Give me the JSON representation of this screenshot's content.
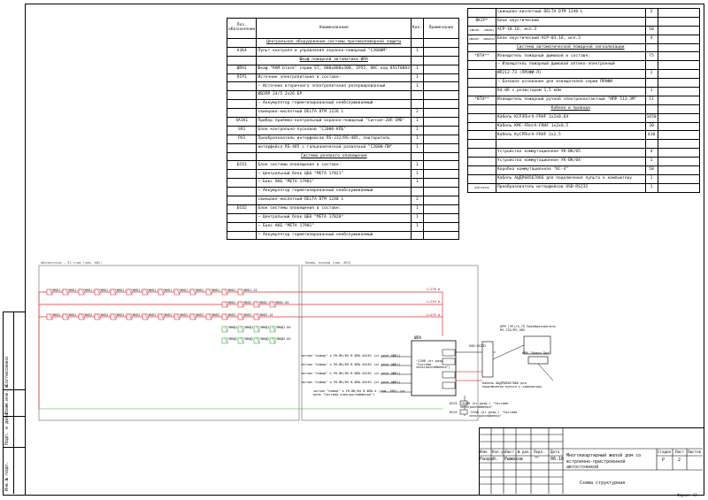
{
  "left_table": {
    "headers": {
      "pos": "Поз. обозначение",
      "name": "Наименование",
      "qty": "Кол.",
      "note": "Примечание"
    },
    "rows": [
      {
        "pos": "",
        "name": "Центральное оборудование системы противопожарной защиты",
        "qty": "",
        "type": "section"
      },
      {
        "pos": "А1К4",
        "name": "Пульт контроля и управления охранно-пожарный \"С2000М\"",
        "qty": "1"
      },
      {
        "pos": "",
        "name": "Шкаф пожарной автоматики ШПА",
        "qty": "",
        "type": "section"
      },
      {
        "pos": "ШПА1",
        "name": "Шкаф \"RAM block\" серии ST, 800x800x300, IP55, ОКС код 85ST0883",
        "qty": "1"
      },
      {
        "pos": "RIP1",
        "name": "Источник электропитания в составе:",
        "qty": "1"
      },
      {
        "pos": "",
        "name": "– Источник вторичного электропитания резервированный",
        "qty": "1"
      },
      {
        "pos": "",
        "name": "ИВЭПР 24/5 2х26 БР",
        "qty": ""
      },
      {
        "pos": "",
        "name": "– Аккумулятор герметизированный необслуживаемый",
        "qty": ""
      },
      {
        "pos": "",
        "name": "свинцово-кислотный DELTA DTM 1226 L",
        "qty": "2"
      },
      {
        "pos": "4А1К1",
        "name": "Прибор приёмно-контрольный охранно-пожарный \"Сигнал-20П SMD\"",
        "qty": "1"
      },
      {
        "pos": "SR1",
        "name": "Блок контрольно-пусковой \"С2000-КПБ\"",
        "qty": "1"
      },
      {
        "pos": "PU1",
        "name": "Преобразователь интерфейсов RS-232/RS-485, повторитель",
        "qty": "1"
      },
      {
        "pos": "",
        "name": "интерфейса RS-485 с гальванической развязкой \"С2000-ПИ\"",
        "qty": "1"
      },
      {
        "pos": "",
        "name": "Система речевого оповещения",
        "qty": "",
        "type": "section"
      },
      {
        "pos": "БСО1",
        "name": "Блок системы оповещения в составе:",
        "qty": "1"
      },
      {
        "pos": "",
        "name": "– Центральный блок ЦБ6 \"МЕТА 17821\"",
        "qty": "1"
      },
      {
        "pos": "",
        "name": "– Бокс АКБ \"МЕТА 17901\"",
        "qty": "1"
      },
      {
        "pos": "",
        "name": "– Аккумулятор герметизированный необслуживаемый",
        "qty": ""
      },
      {
        "pos": "",
        "name": "свинцово-кислотный DELTA DTM 1240 L",
        "qty": "2"
      },
      {
        "pos": "БСО2",
        "name": "Блок системы оповещения в составе:",
        "qty": "1"
      },
      {
        "pos": "",
        "name": "– Центральный блок ЦБ6 \"МЕТА 17820\"",
        "qty": "1"
      },
      {
        "pos": "",
        "name": "– Бокс АКБ \"МЕТА 17901\"",
        "qty": "1"
      },
      {
        "pos": "",
        "name": "– Аккумулятор герметизированный необслуживаемый",
        "qty": ""
      }
    ]
  },
  "right_table": {
    "rows": [
      {
        "pos": "",
        "name": "свинцово-кислотный DELTA DTM 1240 L",
        "qty": "2"
      },
      {
        "pos": "BK1P*",
        "name": "Блок акустический",
        "qty": ""
      },
      {
        "pos": "2BK2П1...2BK2П1",
        "name": "АСР-10.16, исп.3",
        "qty": "50"
      },
      {
        "pos": "2BK2П9...2BK2П12",
        "name": "Блок акустический АСР-03.16, исп.3",
        "qty": "4"
      },
      {
        "pos": "",
        "name": "Система автоматической пожарной сигнализации",
        "qty": "",
        "type": "section"
      },
      {
        "pos": "*BTH**",
        "name": "Извещатель пожарный дымовой в составе:",
        "qty": "75"
      },
      {
        "pos": "",
        "name": "– Извещатель пожарный дымовой оптико-электронный",
        "qty": ""
      },
      {
        "pos": "",
        "name": "ИП212-73 (ПРОФИ-Л)",
        "qty": "1"
      },
      {
        "pos": "",
        "name": "– Базовое основание для извещателей серии ПРОФИ",
        "qty": ""
      },
      {
        "pos": "",
        "name": "R4.0R с резистором 1,5 кОм",
        "qty": "1"
      },
      {
        "pos": "*BTH**",
        "name": "Извещатель пожарный ручной электроконтактный \"ИПР 513-3М\"",
        "qty": "11"
      },
      {
        "pos": "",
        "name": "Кабели и провода",
        "qty": "",
        "type": "section"
      },
      {
        "pos": "",
        "name": "Кабель КСРЭПнгА-FRHF 1х2х0,64",
        "qty": "1650"
      },
      {
        "pos": "",
        "name": "Кабель КМС-FRнгА-FRHF 1х2х0,5",
        "qty": "30"
      },
      {
        "pos": "",
        "name": "Кабель КуСРПнгА-FRHF 2х2,5",
        "qty": "410"
      },
      {
        "pos": "",
        "name": "",
        "qty": ""
      },
      {
        "pos": "",
        "name": "Устройство коммутационное УК-ВК/05",
        "qty": "4"
      },
      {
        "pos": "",
        "name": "Устройство коммутационное УК-ВК/04",
        "qty": "1"
      },
      {
        "pos": "",
        "name": "Коробка коммутационная \"КС-4\"",
        "qty": "58"
      },
      {
        "pos": "",
        "name": "Кабель АЦДР68567066 для подключения пульта к компьютеру",
        "qty": "1"
      },
      {
        "pos": "USB-RS232",
        "name": "Преобразователь интерфейсов USB-RS232",
        "qty": "1"
      }
    ]
  },
  "diagram": {
    "region_left": "Абонентские — 52 этаж (пом. 002)",
    "region_right": "Помещ. охраны (пом. 003)",
    "row1": [
      "ВКБ1.01",
      "ВКБ1.02",
      "ВКБ1.03",
      "ВКБ1.04",
      "ВКБ1.05",
      "ВКБ1.06",
      "ВКБ1.07",
      "ВКБ1.08",
      "ВКБ1.09",
      "ВКБ1.10",
      "ВКБ1.11",
      "ВКБ1.12",
      "ВКБ1.13"
    ],
    "row2": [
      "ВКБ2.01",
      "ВКБ2.02",
      "ВКБ2.03",
      "ВКБ2.04"
    ],
    "row3": [
      "ВКБ3.01",
      "ВКБ3.02",
      "ВКБ3.03",
      "ВКБ3.04",
      "ВКБ3.05",
      "ВКБ3.06",
      "ВКБ3.07",
      "ВКБ3.08",
      "ВКБ3.09",
      "ВКБ3.10",
      "ВКБ3.11",
      "ВКБ3.12",
      "ВКБ3.13",
      "ВКБ3.14"
    ],
    "row4": [
      "ЗВКД1.01",
      "ЗВКД1.02",
      "ЗВКД1.03",
      "ЗВКД1.04"
    ],
    "row5": [
      "ЗВКД2.01",
      "ЗВКД2.02",
      "ЗВКД2.03",
      "ЗВКД2.04"
    ],
    "cable_labels": [
      "L=270 м",
      "L=210 м",
      "L=275 м"
    ],
    "signals": [
      "сигнал \"пожар\" к УК-ВК/05 В ШПА-4A1К1 (от реле АШК1)",
      "сигнал \"пожар\" к УК-ВК/05 В ШПА-4A1К1 (от реле АШК1)",
      "сигнал \"пожар\" к УК-ВК/05 В ШПА-4A1К1 (от реле АШК1)",
      "сигнал \"пожар\" к УК-ВК/05 В ШПА-4A1К1 (от реле АШК1)",
      "сигнал \"пожар\" к УК-ВК/04 В ШПА-4 (пом. 005) (от реле \"Система электроснабжения\")"
    ],
    "shpa_label": "ШПА",
    "arm_label": "АРМ \"Орион Про\"",
    "arm_note": "АРМ (ЭУ)/5,75 Преобразователь RS-232/RS-485",
    "pc_label": "Кабель АЦДР68567066 для подключения пульта к компьютеру",
    "usb_label": "USB-RS232",
    "power_label": "~220В (от разд.) \"Система электроснабжения\"",
    "power_label2": "~220В (от разд.) \"Система электроснабжения\"",
    "bso1": "БСО1",
    "bso2": "БСО2",
    "shpa_inner": "~220В (от разд. \"Система электроснабжения\")"
  },
  "side_labels": {
    "a": "Согласовано",
    "b": "Взам.инв. №",
    "c": "Подп. и дата",
    "d": "Инв.№ подл."
  },
  "stamp": {
    "cols": [
      "Изм.",
      "Кол.уч",
      "Лист",
      "№ док.",
      "Подп.",
      "Дата"
    ],
    "razrab": "Разраб.",
    "author": "Рыжиков",
    "date": "06.16",
    "title": "Многоквартирный жилой дом со встроенно-пристроенной автостоянкой",
    "stage_h": "Стадия",
    "sheet_h": "Лист",
    "sheets_h": "Листов",
    "stage": "Р",
    "sheet": "2",
    "sheets": "",
    "drawing": "Схема структурная",
    "format": "Формат А3"
  }
}
